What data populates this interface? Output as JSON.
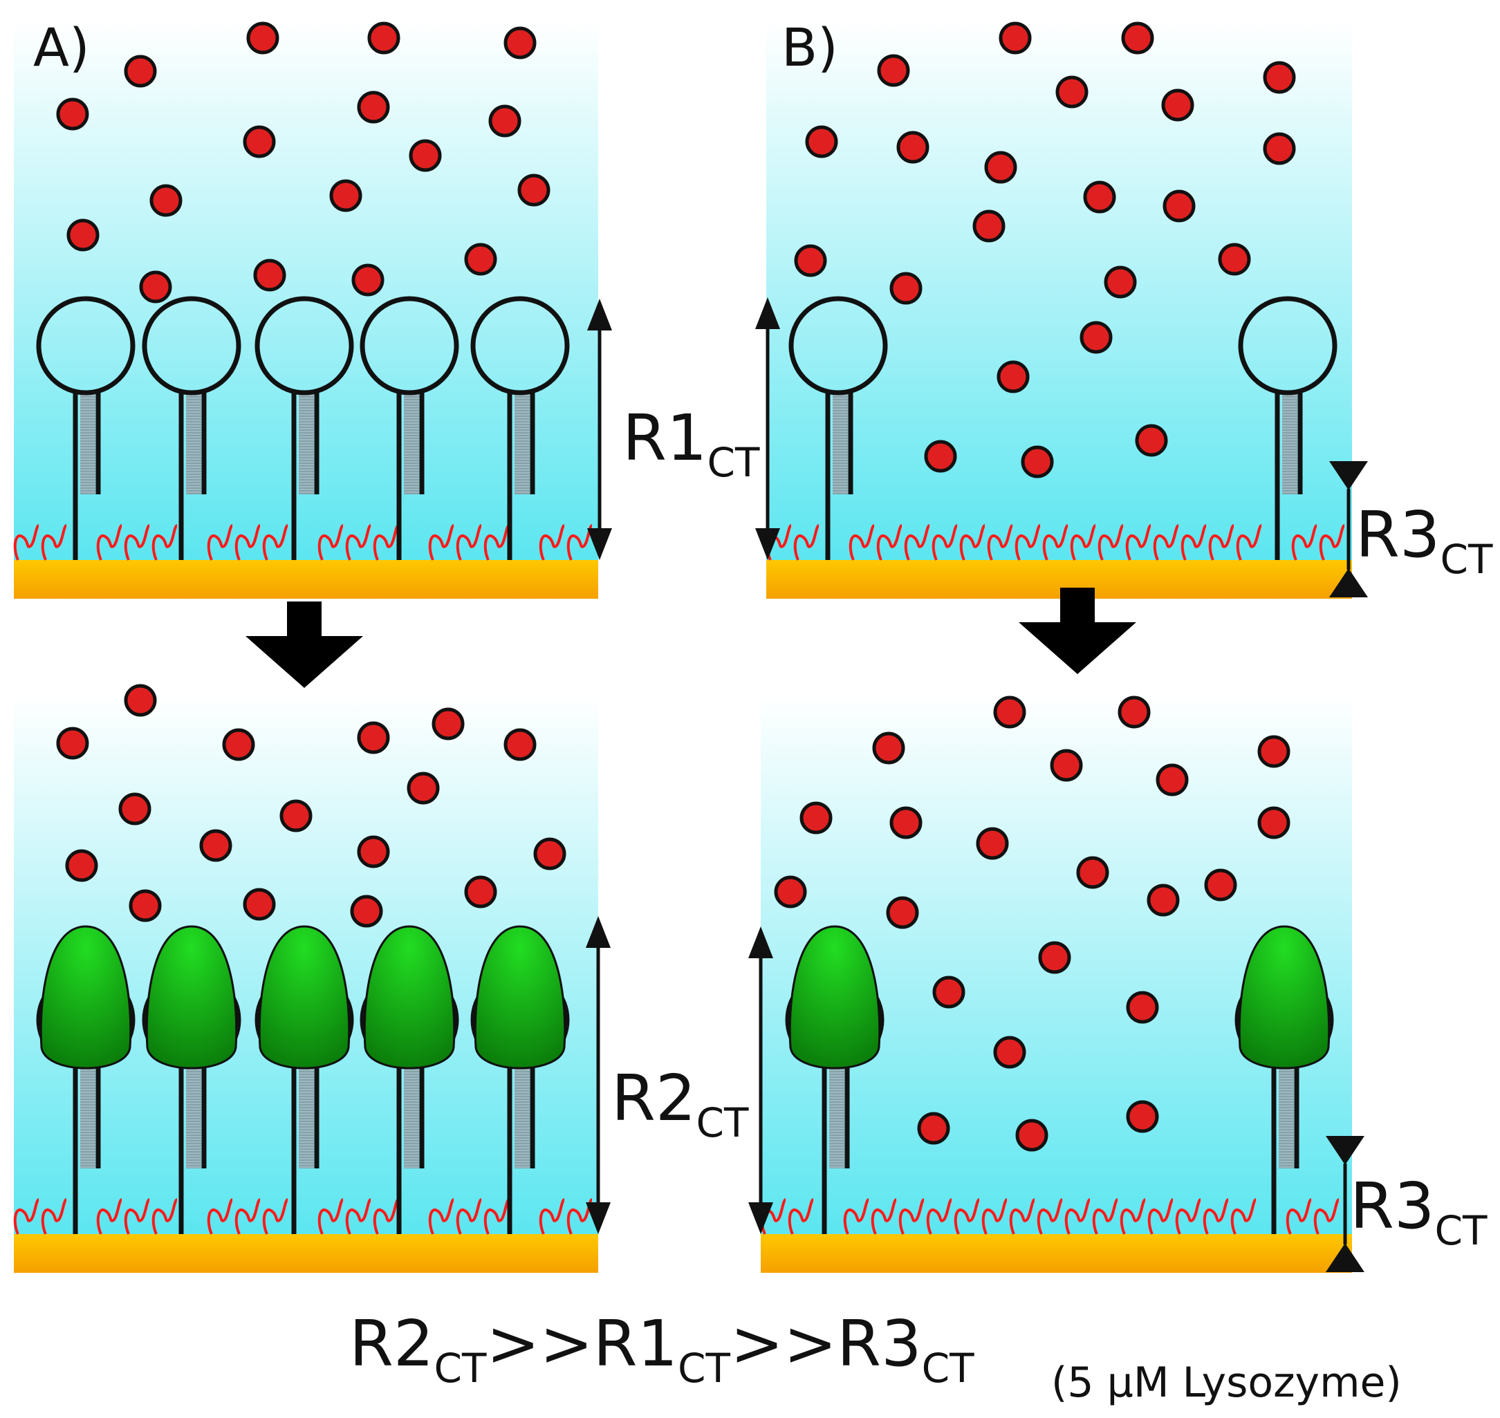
{
  "panels": [
    {
      "id": "A",
      "label": "A)",
      "top_measure": {
        "main": "R1",
        "sub": "CT"
      },
      "bottom_measure": {
        "main": "R2",
        "sub": "CT"
      }
    },
    {
      "id": "B",
      "label": "B)",
      "top_measure": {
        "main": "R3",
        "sub": "CT"
      },
      "bottom_measure": {
        "main": "R3",
        "sub": "CT"
      }
    }
  ],
  "relation": {
    "terms": [
      {
        "main": "R2",
        "sub": "CT"
      },
      {
        "main": "R1",
        "sub": "CT"
      },
      {
        "main": "R3",
        "sub": "CT"
      }
    ],
    "operator": ">>"
  },
  "condition": "(5 µM Lysozyme)",
  "colors": {
    "solution_top": "#ffffff",
    "solution_bottom": "#5ce6f0",
    "electrode": "#f5a000",
    "electrode_highlight": "#ffc800",
    "protein": "#e02020",
    "bound_target": "#22dd22",
    "backfill_chain": "#ff1a1a"
  }
}
